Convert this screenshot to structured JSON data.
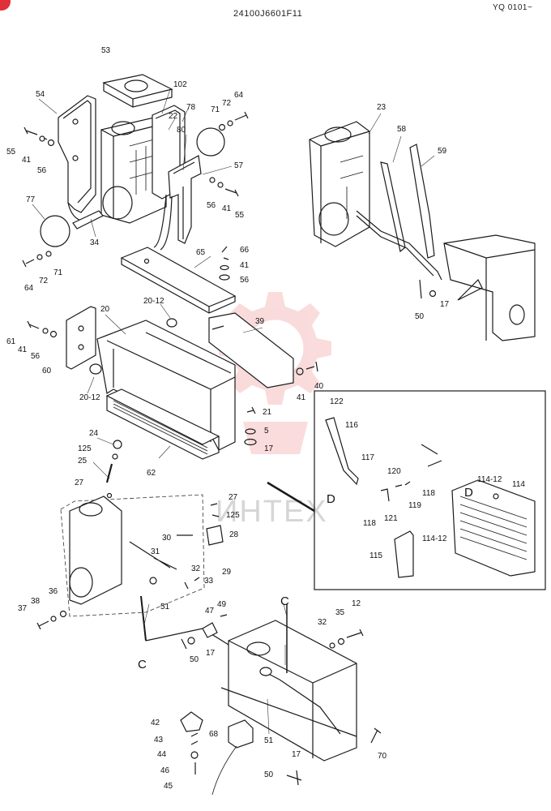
{
  "header": {
    "drawing_number": "24100J6601F11",
    "model_code": "YQ 0101~"
  },
  "watermark": {
    "text": "ИНТЕХ"
  },
  "view_marks": {
    "d_left": "D",
    "d_right": "D",
    "c_top": "C",
    "c_left": "C"
  },
  "callouts": {
    "c53": "53",
    "c54": "54",
    "c102": "102",
    "c78": "78",
    "c71a": "71",
    "c72a": "72",
    "c64a": "64",
    "c22": "22",
    "c80": "80",
    "c57": "57",
    "c55a": "55",
    "c41a": "41",
    "c56a": "56",
    "c56b": "56",
    "c41b": "41",
    "c55b": "55",
    "c77": "77",
    "c34": "34",
    "c64b": "64",
    "c72b": "72",
    "c71b": "71",
    "c65": "65",
    "c66": "66",
    "c41c": "41",
    "c56c": "56",
    "c23": "23",
    "c58": "58",
    "c59": "59",
    "c50a": "50",
    "c17a": "17",
    "c20": "20",
    "c2012a": "20-12",
    "c39": "39",
    "c61": "61",
    "c41d": "41",
    "c56d": "56",
    "c60": "60",
    "c2012b": "20-12",
    "c40": "40",
    "c41e": "41",
    "c21": "21",
    "c5": "5",
    "c17b": "17",
    "c24": "24",
    "c125a": "125",
    "c25": "25",
    "c62": "62",
    "c27a": "27",
    "c122": "122",
    "c116": "116",
    "c117": "117",
    "c120": "120",
    "c11412a": "114-12",
    "c114": "114",
    "c118a": "118",
    "c119": "119",
    "c118b": "118",
    "c121": "121",
    "c11412b": "114-12",
    "c115": "115",
    "c27b": "27",
    "c125b": "125",
    "c30": "30",
    "c28": "28",
    "c31": "31",
    "c32a": "32",
    "c33": "33",
    "c29": "29",
    "c36": "36",
    "c38": "38",
    "c37": "37",
    "c51a": "51",
    "c47": "47",
    "c49": "49",
    "c50b": "50",
    "c17c": "17",
    "c35": "35",
    "c12": "12",
    "c32b": "32",
    "c42": "42",
    "c43": "43",
    "c44": "44",
    "c46": "46",
    "c45": "45",
    "c68": "68",
    "c51b": "51",
    "c17d": "17",
    "c50c": "50",
    "c70": "70"
  }
}
